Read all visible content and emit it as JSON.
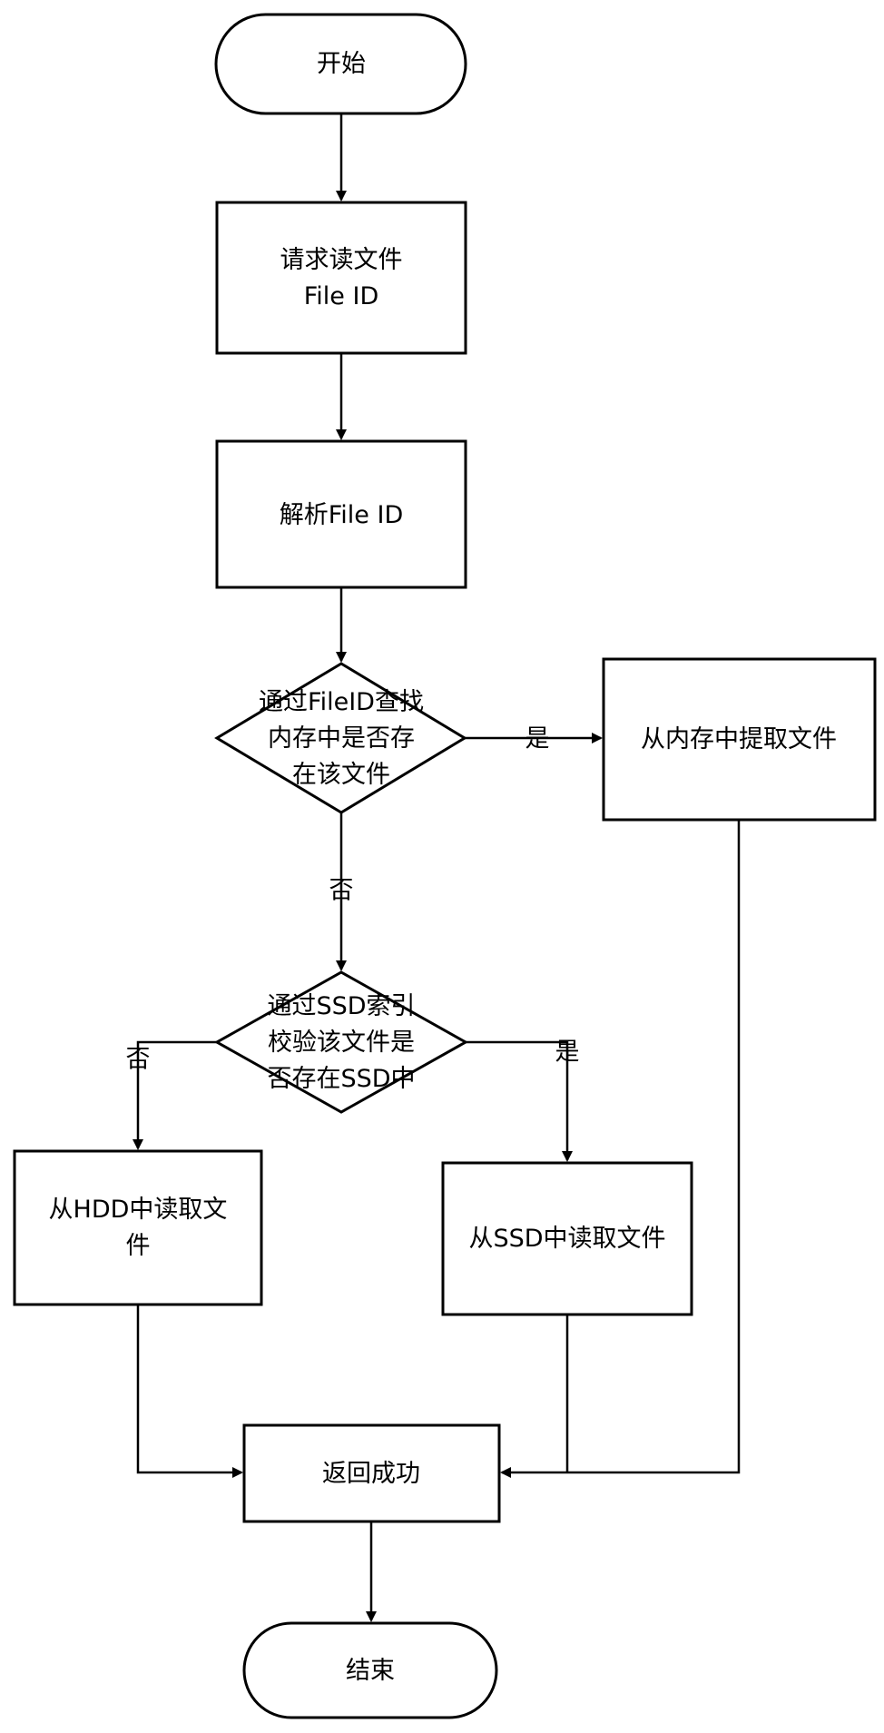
{
  "nodes": {
    "start": {
      "lines": [
        "开始"
      ]
    },
    "request": {
      "lines": [
        "请求读文件",
        "File ID"
      ]
    },
    "parse": {
      "lines": [
        "解析File ID"
      ]
    },
    "check_memory": {
      "lines": [
        "通过FileID查找",
        "内存中是否存",
        "在该文件"
      ]
    },
    "from_memory": {
      "lines": [
        "从内存中提取文件"
      ]
    },
    "check_ssd": {
      "lines": [
        "通过SSD索引",
        "校验该文件是",
        "否存在SSD中"
      ]
    },
    "from_hdd": {
      "lines": [
        "从HDD中读取文",
        "件"
      ]
    },
    "from_ssd": {
      "lines": [
        "从SSD中读取文件"
      ]
    },
    "success": {
      "lines": [
        "返回成功"
      ]
    },
    "end": {
      "lines": [
        "结束"
      ]
    }
  },
  "edge_labels": {
    "memory_yes": "是",
    "memory_no": "否",
    "ssd_no": "否",
    "ssd_yes": "是"
  }
}
